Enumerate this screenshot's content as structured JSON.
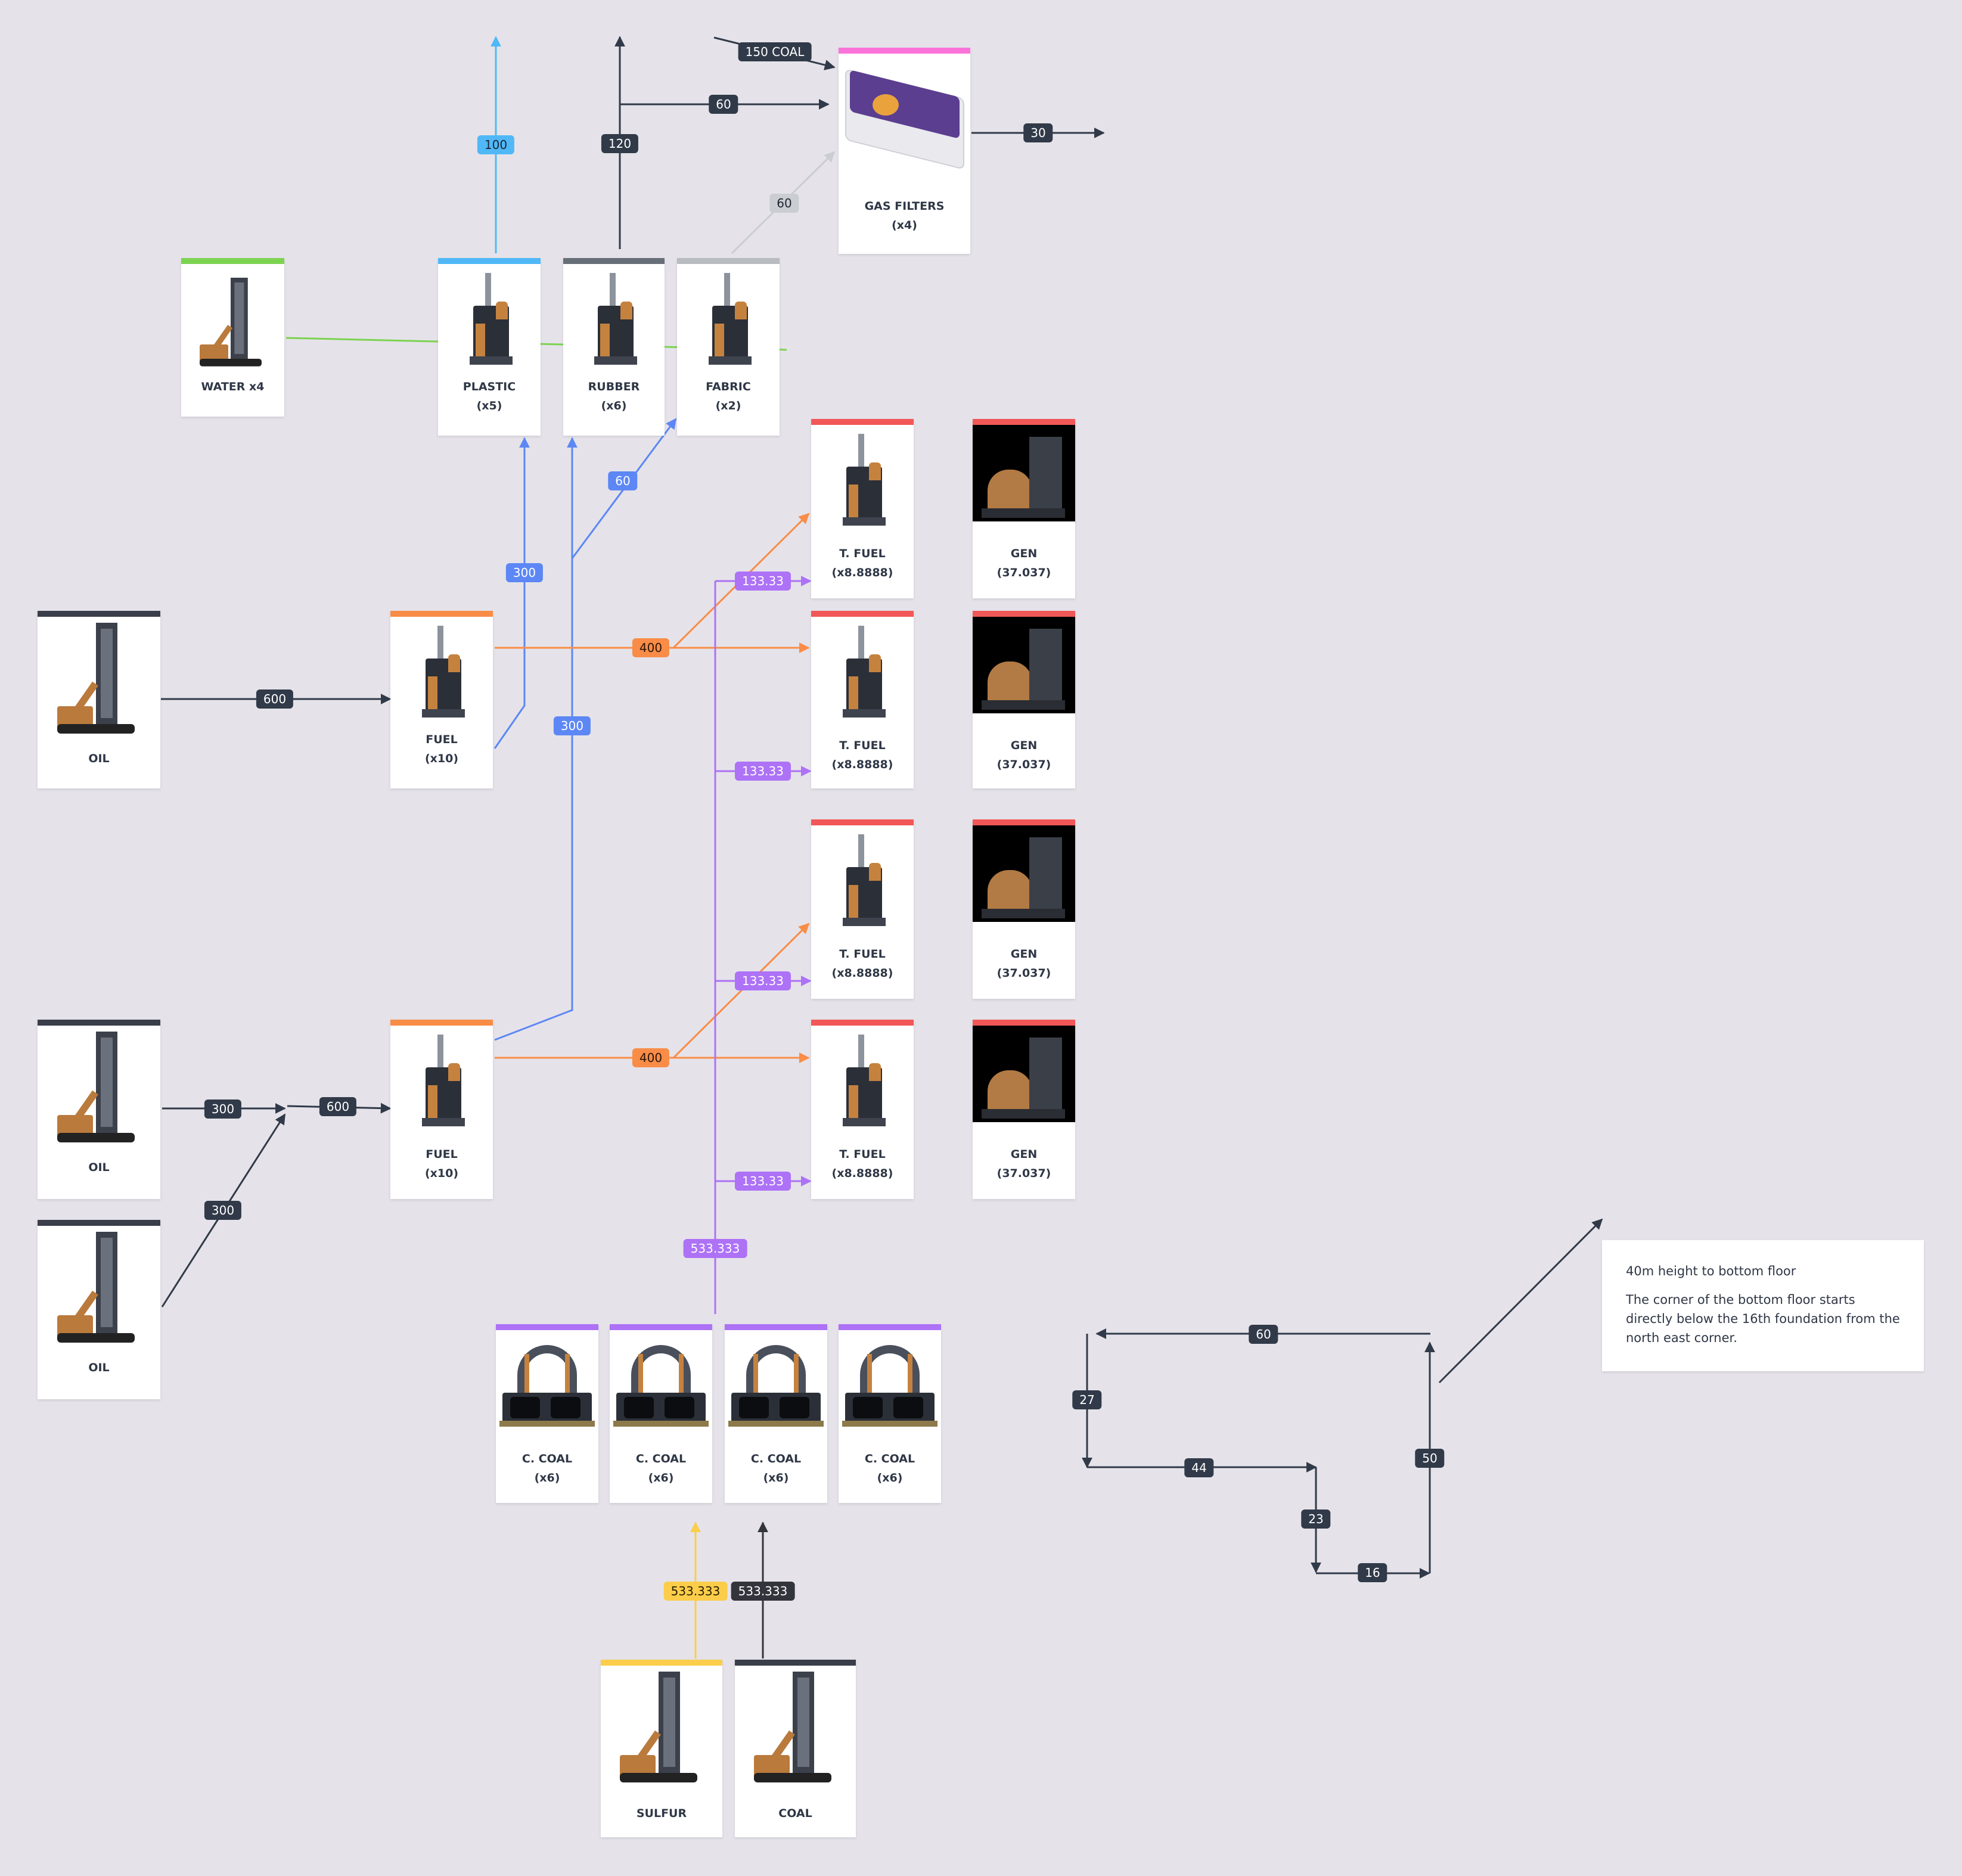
{
  "colors": {
    "background": "#e5e3e9",
    "dark": "#313a49",
    "blue": "#5c87f5",
    "light_blue": "#50b8f7",
    "orange": "#f98c47",
    "purple": "#ad72f6",
    "gray": "#cacdd2",
    "yellow": "#fbcd4a",
    "green": "#7cd350",
    "red": "#f25757",
    "pink": "#fb73d9",
    "rubber_gray": "#676e78"
  },
  "nodes": {
    "water": {
      "line1": "WATER x4",
      "line2": "",
      "accent": "#7cd350",
      "icon": "water-extractor-icon"
    },
    "plastic": {
      "line1": "PLASTIC",
      "line2": "(x5)",
      "accent": "#50b8f7",
      "icon": "refinery-icon"
    },
    "rubber": {
      "line1": "RUBBER",
      "line2": "(x6)",
      "accent": "#676e78",
      "icon": "refinery-icon"
    },
    "fabric": {
      "line1": "FABRIC",
      "line2": "(x2)",
      "accent": "#b8bbc0",
      "icon": "refinery-icon"
    },
    "gas_filters": {
      "line1": "GAS FILTERS",
      "line2": "(x4)",
      "accent": "#fb73d9",
      "icon": "gas-filter-icon"
    },
    "oil1": {
      "line1": "OIL",
      "line2": "",
      "accent": "#3a3d4a",
      "icon": "oil-extractor-icon"
    },
    "fuel1": {
      "line1": "FUEL",
      "line2": "(x10)",
      "accent": "#f98c47",
      "icon": "refinery-icon"
    },
    "tfuel1": {
      "line1": "T. FUEL",
      "line2": "(x8.8888)",
      "accent": "#f25757",
      "icon": "refinery-icon"
    },
    "tfuel2": {
      "line1": "T. FUEL",
      "line2": "(x8.8888)",
      "accent": "#f25757",
      "icon": "refinery-icon"
    },
    "tfuel3": {
      "line1": "T. FUEL",
      "line2": "(x8.8888)",
      "accent": "#f25757",
      "icon": "refinery-icon"
    },
    "tfuel4": {
      "line1": "T. FUEL",
      "line2": "(x8.8888)",
      "accent": "#f25757",
      "icon": "refinery-icon"
    },
    "gen1": {
      "line1": "GEN",
      "line2": "(37.037)",
      "accent": "#f25757",
      "icon": "generator-icon"
    },
    "gen2": {
      "line1": "GEN",
      "line2": "(37.037)",
      "accent": "#f25757",
      "icon": "generator-icon"
    },
    "gen3": {
      "line1": "GEN",
      "line2": "(37.037)",
      "accent": "#f25757",
      "icon": "generator-icon"
    },
    "gen4": {
      "line1": "GEN",
      "line2": "(37.037)",
      "accent": "#f25757",
      "icon": "generator-icon"
    },
    "oil2": {
      "line1": "OIL",
      "line2": "",
      "accent": "#3a3d4a",
      "icon": "oil-extractor-icon"
    },
    "oil3": {
      "line1": "OIL",
      "line2": "",
      "accent": "#3a3d4a",
      "icon": "oil-extractor-icon"
    },
    "fuel2": {
      "line1": "FUEL",
      "line2": "(x10)",
      "accent": "#f98c47",
      "icon": "refinery-icon"
    },
    "ccoal1": {
      "line1": "C. COAL",
      "line2": "(x6)",
      "accent": "#ad72f6",
      "icon": "blender-icon"
    },
    "ccoal2": {
      "line1": "C. COAL",
      "line2": "(x6)",
      "accent": "#ad72f6",
      "icon": "blender-icon"
    },
    "ccoal3": {
      "line1": "C. COAL",
      "line2": "(x6)",
      "accent": "#ad72f6",
      "icon": "blender-icon"
    },
    "ccoal4": {
      "line1": "C. COAL",
      "line2": "(x6)",
      "accent": "#ad72f6",
      "icon": "blender-icon"
    },
    "sulfur": {
      "line1": "SULFUR",
      "line2": "",
      "accent": "#fbcd4a",
      "icon": "resource-well-icon"
    },
    "coal": {
      "line1": "COAL",
      "line2": "",
      "accent": "#3a3d4a",
      "icon": "resource-well-icon"
    }
  },
  "edge_labels": {
    "plastic_out": "100",
    "rubber_out": "120",
    "rubber_to_filters": "60",
    "coal_to_filters": "150 COAL",
    "fabric_to_filters": "60",
    "filters_out": "30",
    "fuel1_to_plastic": "300",
    "fuel2_to_rubber": "300",
    "rubber_line_to_fabric": "60",
    "oil1_to_fuel1": "600",
    "fuel1_to_tfuel": "400",
    "fuel2_to_tfuel": "400",
    "cc_to_tfuel1": "133.33",
    "cc_to_tfuel2": "133.33",
    "cc_to_tfuel3": "133.33",
    "cc_to_tfuel4": "133.33",
    "cc_total": "533.333",
    "oil2_out": "300",
    "oil3_out": "300",
    "merge_to_fuel2": "600",
    "sulfur_out": "533.333",
    "coal_out": "533.333"
  },
  "floor_plan": {
    "segments": [
      "60",
      "27",
      "44",
      "23",
      "16",
      "50"
    ]
  },
  "note": {
    "line1": "40m height to bottom floor",
    "line2": "The corner of the bottom floor starts directly below the 16th foundation from the north east corner."
  }
}
